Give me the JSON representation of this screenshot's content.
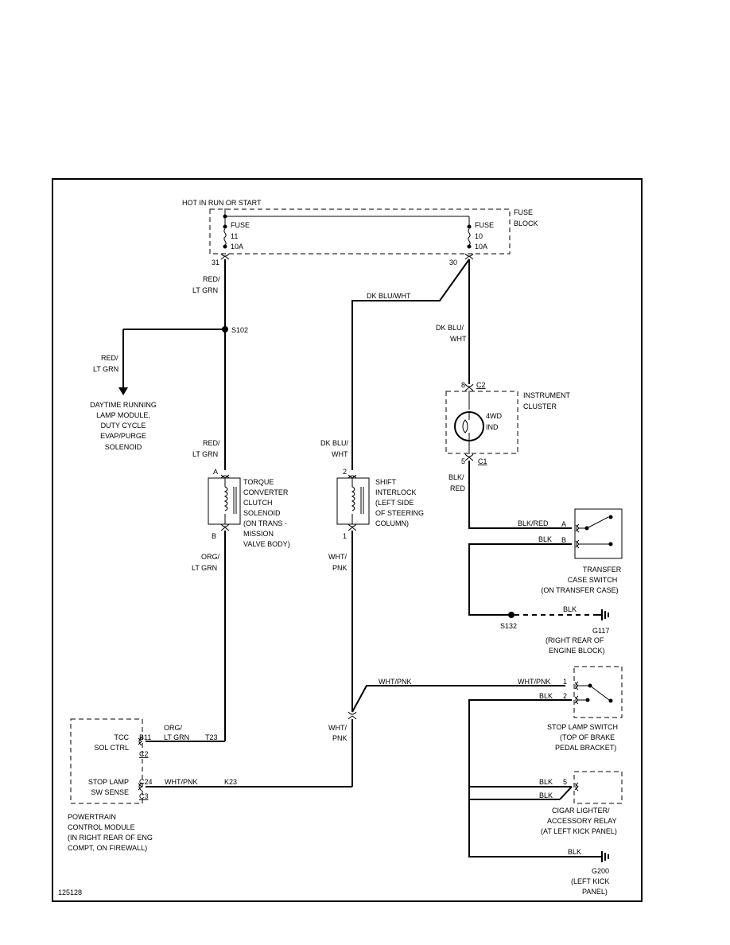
{
  "fuse_block": {
    "hot_label": "HOT IN RUN OR START",
    "name_line1": "FUSE",
    "name_line2": "BLOCK",
    "fuse_11": {
      "line1": "FUSE",
      "line2": "11",
      "line3": "10A",
      "pin": "31"
    },
    "fuse_10": {
      "line1": "FUSE",
      "line2": "10",
      "line3": "10A",
      "pin": "30"
    }
  },
  "splices": {
    "s102": "S102",
    "s132": "S132"
  },
  "wires": {
    "red_lt_grn_a1": "RED/",
    "red_lt_grn_a2": "LT GRN",
    "red_lt_grn_b1": "RED/",
    "red_lt_grn_b2": "LT GRN",
    "red_lt_grn_c1": "RED/",
    "red_lt_grn_c2": "LT GRN",
    "dk_blu_wht_top": "DK BLU/WHT",
    "dk_blu_wht_r1": "DK BLU/",
    "dk_blu_wht_r2": "WHT",
    "dk_blu_wht_m1": "DK BLU/",
    "dk_blu_wht_m2": "WHT",
    "blk_red_1": "BLK/",
    "blk_red_2": "RED",
    "blk_red_h": "BLK/RED",
    "blk_ts": "BLK",
    "blk_g117": "BLK",
    "org_lt_grn_1": "ORG/",
    "org_lt_grn_2": "LT GRN",
    "org_lt_grn_h1": "ORG/",
    "org_lt_grn_h2": "LT GRN",
    "wht_pnk_1": "WHT/",
    "wht_pnk_2": "PNK",
    "wht_pnk_3": "WHT/",
    "wht_pnk_4": "PNK",
    "wht_pnk_h1": "WHT/PNK",
    "wht_pnk_h2": "WHT/PNK",
    "wht_pnk_h3": "WHT/PNK",
    "blk_sl": "BLK",
    "blk_cl1": "BLK",
    "blk_cl2": "BLK",
    "blk_g200": "BLK",
    "t23": "T23",
    "k23": "K23"
  },
  "drl": {
    "line1": "DAYTIME RUNNING",
    "line2": "LAMP MODULE,",
    "line3": "DUTY CYCLE",
    "line4": "EVAP/PURGE",
    "line5": "SOLENOID"
  },
  "cluster": {
    "line1": "INSTRUMENT",
    "line2": "CLUSTER",
    "ind1": "4WD",
    "ind2": "IND",
    "pin_top": "8",
    "conn_top": "C2",
    "pin_bot": "5",
    "conn_bot": "C1"
  },
  "tcc": {
    "pin_a": "A",
    "pin_b": "B",
    "line1": "TORQUE",
    "line2": "CONVERTER",
    "line3": "CLUTCH",
    "line4": "SOLENOID",
    "line5": "(ON TRANS -",
    "line6": "MISSION",
    "line7": "VALVE BODY)"
  },
  "shift": {
    "pin_2": "2",
    "pin_1": "1",
    "line1": "SHIFT",
    "line2": "INTERLOCK",
    "line3": "(LEFT SIDE",
    "line4": "OF STEERING",
    "line5": "COLUMN)"
  },
  "transfer": {
    "pin_a": "A",
    "pin_b": "B",
    "line1": "TRANSFER",
    "line2": "CASE SWITCH",
    "line3": "(ON TRANSFER CASE)"
  },
  "g117": {
    "name": "G117",
    "line1": "(RIGHT REAR OF",
    "line2": "ENGINE BLOCK)"
  },
  "stop_lamp": {
    "pin_1": "1",
    "pin_2": "2",
    "line1": "STOP LAMP SWITCH",
    "line2": "(TOP OF BRAKE",
    "line3": "PEDAL BRACKET)"
  },
  "pcm": {
    "tcc1": "TCC",
    "tcc2": "SOL CTRL",
    "pin_b11": "B11",
    "conn_c2": "C2",
    "sl1": "STOP LAMP",
    "sl2": "SW SENSE",
    "pin_c24": "C24",
    "conn_c3": "C3",
    "line1": "POWERTRAIN",
    "line2": "CONTROL MODULE",
    "line3": "(IN RIGHT REAR OF ENG",
    "line4": "COMPT, ON FIREWALL)"
  },
  "relay": {
    "pin_5": "5",
    "line1": "CIGAR LIGHTER/",
    "line2": "ACCESSORY RELAY",
    "line3": "(AT LEFT KICK PANEL)"
  },
  "g200": {
    "name": "G200",
    "line1": "(LEFT KICK",
    "line2": "PANEL)"
  },
  "figure_id": "125128"
}
